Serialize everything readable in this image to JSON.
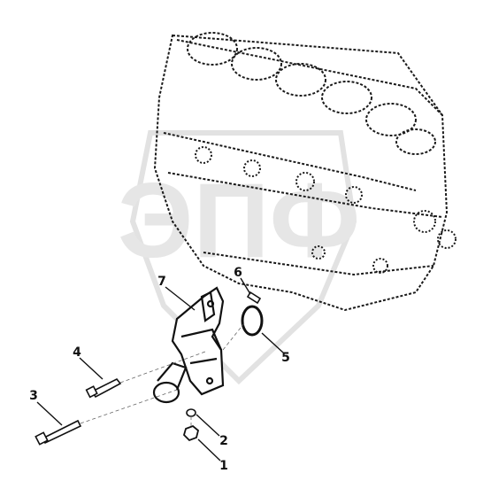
{
  "diagram": {
    "callouts": [
      {
        "id": "1",
        "label": "1"
      },
      {
        "id": "2",
        "label": "2"
      },
      {
        "id": "3",
        "label": "3"
      },
      {
        "id": "4",
        "label": "4"
      },
      {
        "id": "5",
        "label": "5"
      },
      {
        "id": "6",
        "label": "6"
      },
      {
        "id": "7",
        "label": "7"
      }
    ],
    "watermark": {
      "text": "ЭПФ"
    }
  },
  "colors": {
    "line": "#111111",
    "watermark": "#e6e6e6",
    "background": "#ffffff"
  }
}
